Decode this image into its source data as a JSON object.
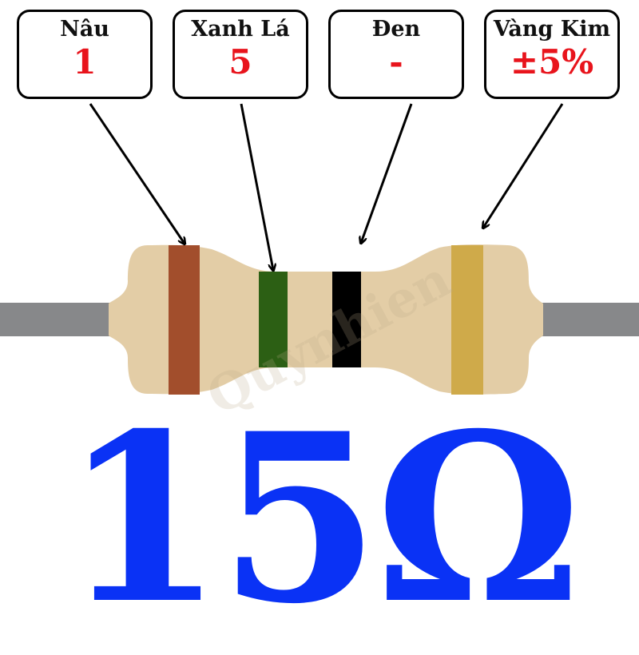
{
  "bands": [
    {
      "name": "Nâu",
      "value": "1",
      "color": "#a24e2c"
    },
    {
      "name": "Xanh Lá",
      "value": "5",
      "color": "#2c5f14"
    },
    {
      "name": "Đen",
      "value": "-",
      "color": "#000000"
    },
    {
      "name": "Vàng Kim",
      "value": "±5%",
      "color": "#cfaa4a"
    }
  ],
  "watermark": "Quynhien",
  "resistance": "15Ω",
  "colors": {
    "value_text": "#0a32f5",
    "band_value_text": "#e8141c",
    "resistor_body": "#e3cda6",
    "lead_wire": "#87888a"
  }
}
